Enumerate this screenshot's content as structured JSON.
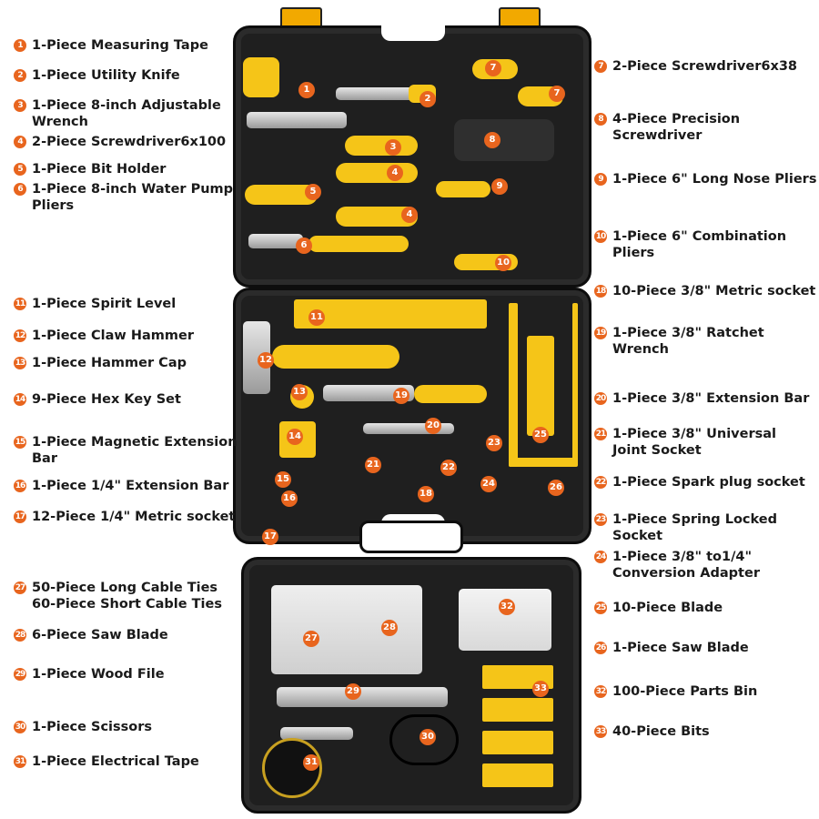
{
  "left_labels": [
    {
      "num": "1",
      "text": "1-Piece Measuring Tape"
    },
    {
      "num": "2",
      "text": "1-Piece Utility Knife"
    },
    {
      "num": "3",
      "text": "1-Piece 8-inch Adjustable\nWrench"
    },
    {
      "num": "4",
      "text": "2-Piece Screwdriver6x100"
    },
    {
      "num": "5",
      "text": "1-Piece Bit Holder"
    },
    {
      "num": "6",
      "text": "1-Piece 8-inch Water Pump\nPliers"
    },
    {
      "num": "11",
      "text": "1-Piece Spirit Level"
    },
    {
      "num": "12",
      "text": "1-Piece Claw Hammer"
    },
    {
      "num": "13",
      "text": "1-Piece Hammer Cap"
    },
    {
      "num": "14",
      "text": "9-Piece Hex Key Set"
    },
    {
      "num": "15",
      "text": "1-Piece Magnetic Extension\nBar"
    },
    {
      "num": "16",
      "text": "1-Piece 1/4\" Extension Bar"
    },
    {
      "num": "17",
      "text": "12-Piece 1/4\" Metric socket"
    },
    {
      "num": "27",
      "text": "50-Piece Long Cable Ties\n60-Piece Short Cable Ties"
    },
    {
      "num": "28",
      "text": "6-Piece Saw Blade"
    },
    {
      "num": "29",
      "text": "1-Piece Wood File"
    },
    {
      "num": "30",
      "text": "1-Piece  Scissors"
    },
    {
      "num": "31",
      "text": "1-Piece  Electrical Tape"
    }
  ],
  "right_labels": [
    {
      "num": "7",
      "text": "2-Piece Screwdriver6x38"
    },
    {
      "num": "8",
      "text": "4-Piece Precision\nScrewdriver"
    },
    {
      "num": "9",
      "text": "1-Piece 6\" Long Nose Pliers"
    },
    {
      "num": "10",
      "text": "1-Piece 6\" Combination\nPliers"
    },
    {
      "num": "18",
      "text": "10-Piece 3/8\" Metric socket"
    },
    {
      "num": "19",
      "text": "1-Piece 3/8\" Ratchet\nWrench"
    },
    {
      "num": "20",
      "text": "1-Piece 3/8\" Extension Bar"
    },
    {
      "num": "21",
      "text": "1-Piece 3/8\" Universal\nJoint Socket"
    },
    {
      "num": "22",
      "text": "1-Piece Spark plug socket"
    },
    {
      "num": "23",
      "text": "1-Piece Spring Locked Socket"
    },
    {
      "num": "24",
      "text": "1-Piece 3/8\" to1/4\"\nConversion Adapter"
    },
    {
      "num": "25",
      "text": "10-Piece Blade"
    },
    {
      "num": "26",
      "text": "1-Piece Saw Blade"
    },
    {
      "num": "32",
      "text": "100-Piece Parts Bin"
    },
    {
      "num": "33",
      "text": "40-Piece Bits"
    }
  ],
  "case_markers": [
    "1",
    "2",
    "3",
    "4",
    "4",
    "5",
    "6",
    "7",
    "7",
    "8",
    "9",
    "10",
    "11",
    "12",
    "13",
    "14",
    "15",
    "16",
    "17",
    "18",
    "19",
    "20",
    "21",
    "22",
    "23",
    "24",
    "25",
    "26",
    "27",
    "28",
    "29",
    "30",
    "31",
    "32",
    "33"
  ],
  "colors": {
    "marker": "#e8651e",
    "case": "#1f1f1f",
    "tool_accent": "#f5c518",
    "latch": "#f2a900"
  }
}
